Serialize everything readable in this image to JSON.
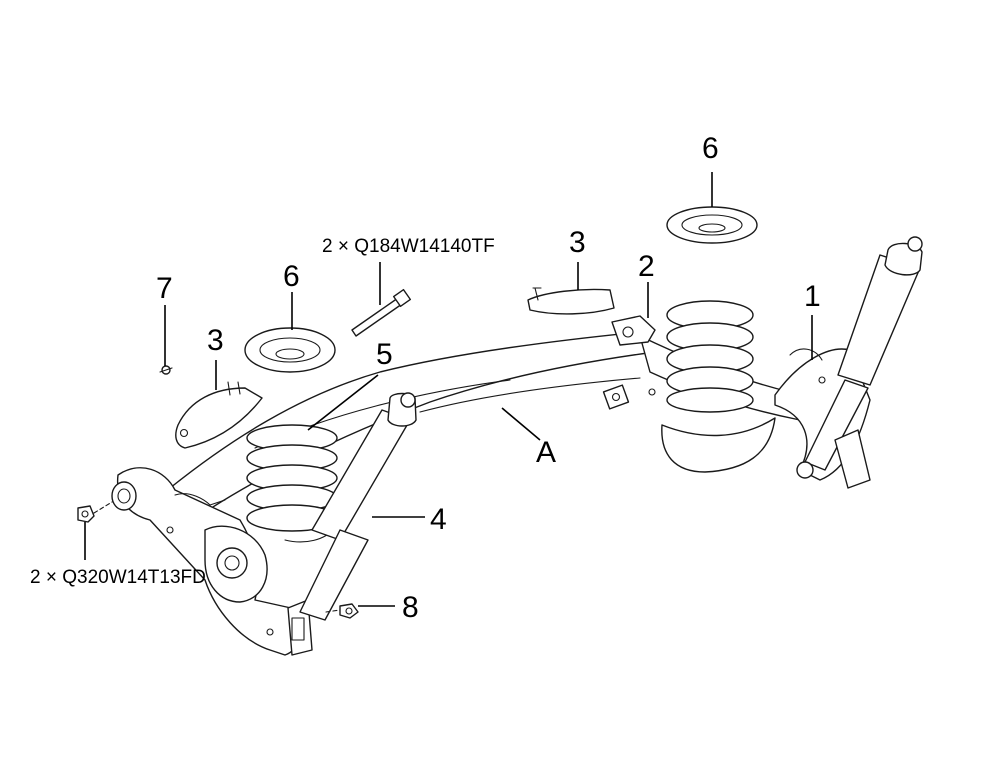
{
  "diagram": {
    "callouts": {
      "c1": "1",
      "c2": "2",
      "c3_left": "3",
      "c3_right": "3",
      "c4": "4",
      "c5": "5",
      "c6_left": "6",
      "c6_right": "6",
      "c7": "7",
      "c8": "8",
      "cA": "A"
    },
    "specs": {
      "bolt": "2 × Q184W14140TF",
      "nut": "2 × Q320W14T13FD"
    }
  }
}
